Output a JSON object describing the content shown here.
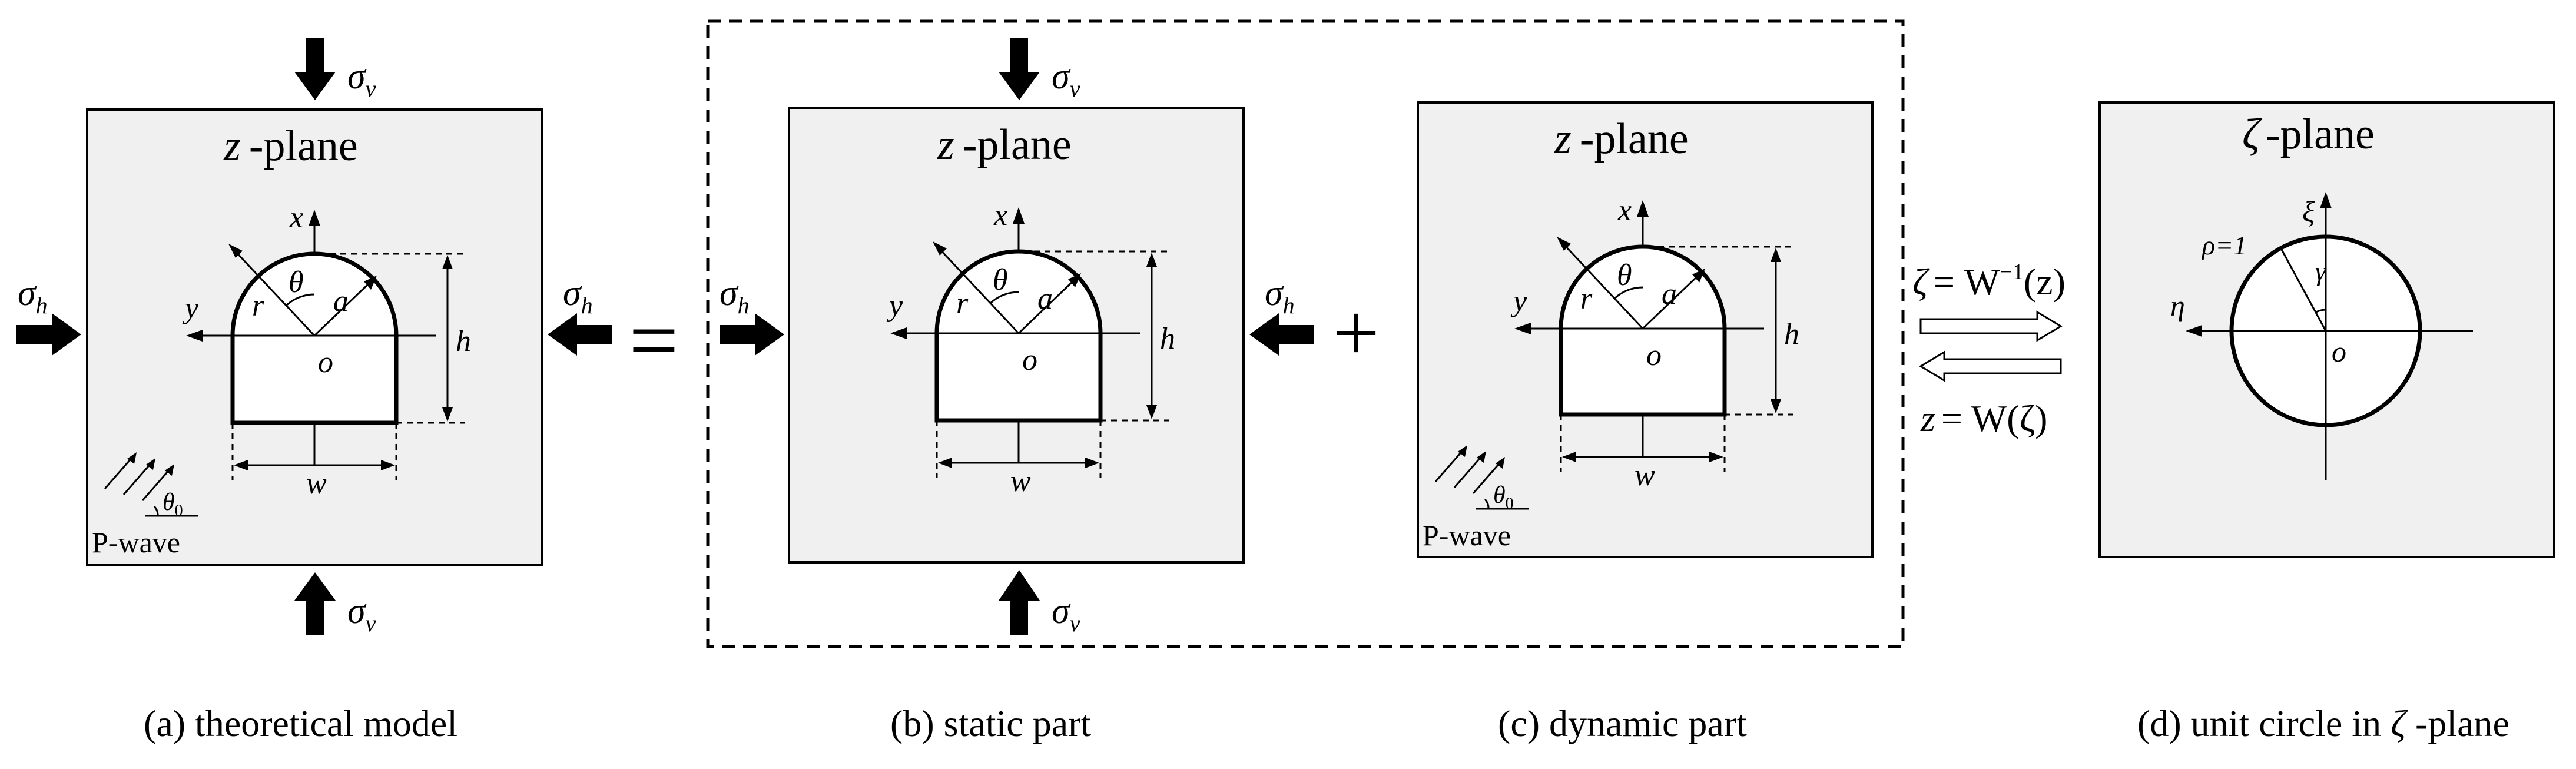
{
  "panels": {
    "a": {
      "plane_var": "z",
      "plane_word": "-plane",
      "caption": "(a) theoretical model",
      "x_axis": "x",
      "y_axis": "y",
      "origin": "o",
      "r": "r",
      "a": "a",
      "theta": "θ",
      "h": "h",
      "w": "w",
      "sigma_v": "σ",
      "sigma_v_sub": "v",
      "sigma_h": "σ",
      "sigma_h_sub": "h",
      "wave_angle": "θ",
      "wave_angle_sub": "0",
      "wave_label": "P-wave"
    },
    "equals": "=",
    "b": {
      "plane_var": "z",
      "plane_word": "-plane",
      "caption": "(b) static part",
      "x_axis": "x",
      "y_axis": "y",
      "origin": "o",
      "r": "r",
      "a": "a",
      "theta": "θ",
      "h": "h",
      "w": "w",
      "sigma_v": "σ",
      "sigma_v_sub": "v",
      "sigma_h": "σ",
      "sigma_h_sub": "h"
    },
    "plus": "+",
    "c": {
      "plane_var": "z",
      "plane_word": "-plane",
      "caption": "(c) dynamic part",
      "x_axis": "x",
      "y_axis": "y",
      "origin": "o",
      "r": "r",
      "a": "a",
      "theta": "θ",
      "h": "h",
      "w": "w",
      "wave_angle": "θ",
      "wave_angle_sub": "0",
      "wave_label": "P-wave"
    },
    "mapping": {
      "forward_lhs": "ζ",
      "forward_eq": "= W",
      "forward_sup": "−1",
      "forward_arg": "(z)",
      "inverse_lhs": "z",
      "inverse_eq": "= W",
      "inverse_arg": "(ζ)"
    },
    "d": {
      "plane_var": "ζ",
      "plane_word": "-plane",
      "caption_text": "(d) unit circle in ",
      "caption_var": "ζ",
      "caption_tail": " -plane",
      "xi_axis": "ξ",
      "eta_axis": "η",
      "origin": "o",
      "rho": "ρ=1",
      "gamma": "γ"
    }
  }
}
